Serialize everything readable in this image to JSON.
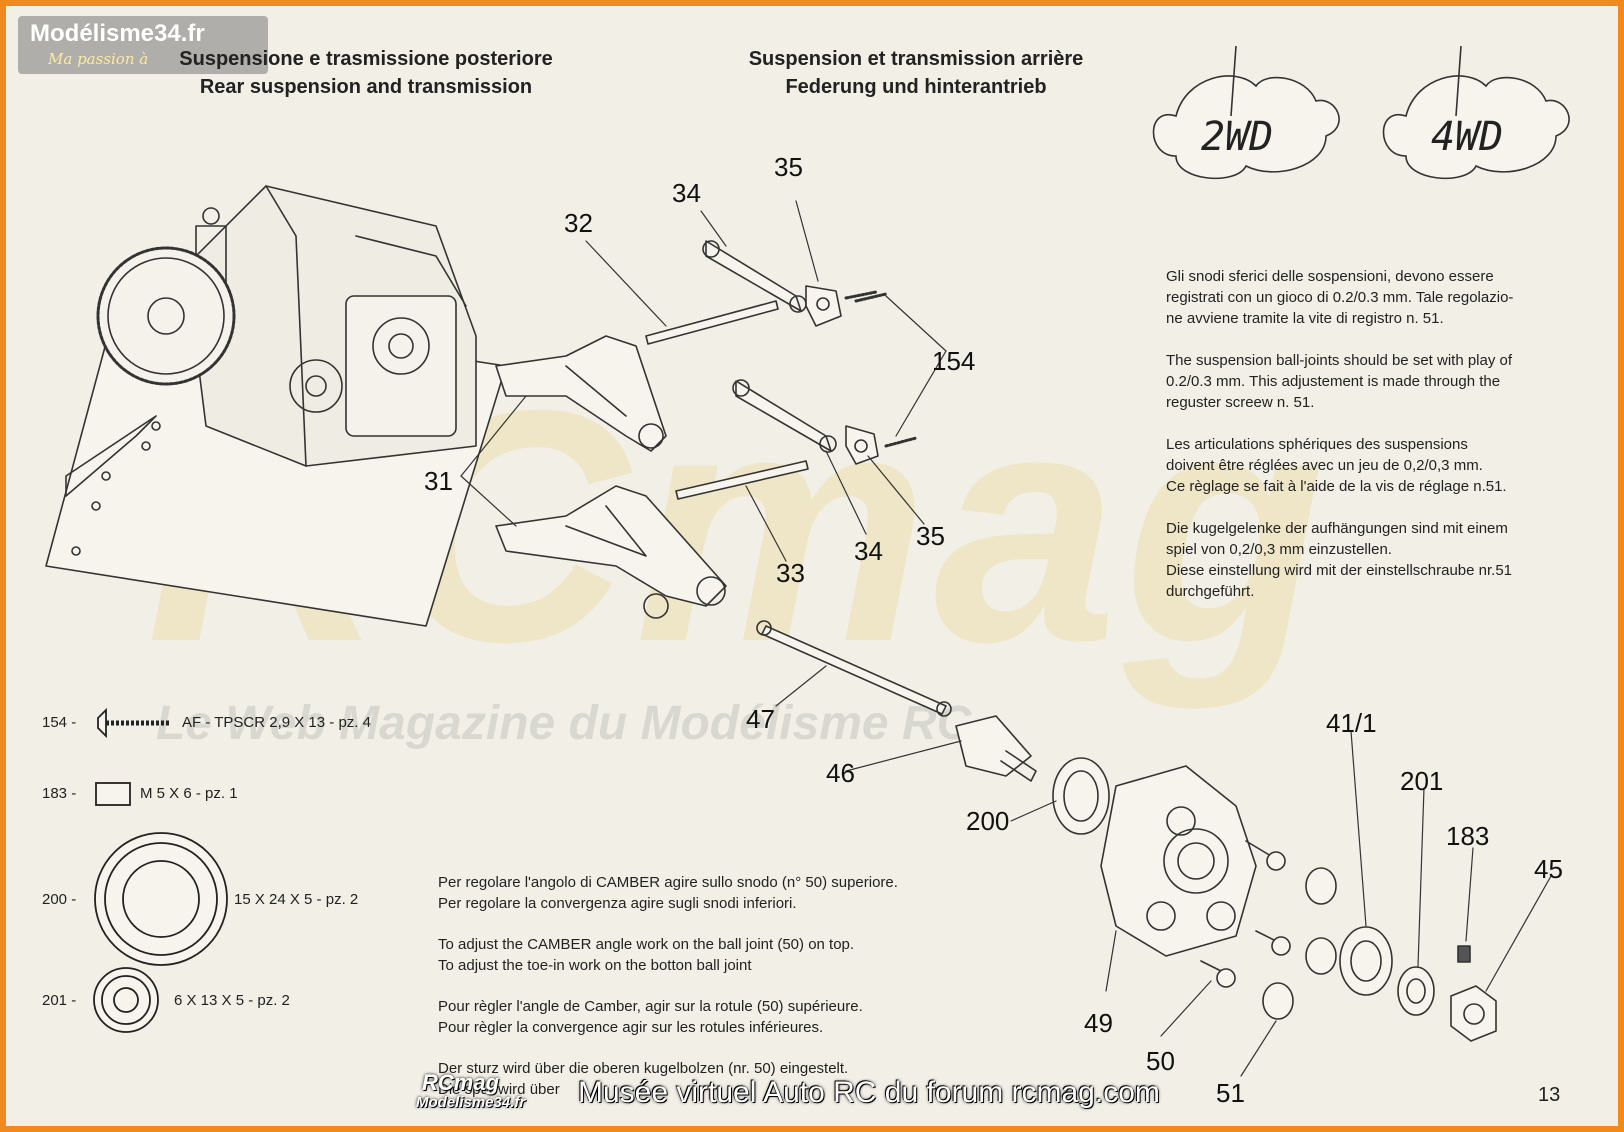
{
  "watermark": {
    "site": "Modélisme34.fr",
    "tagline": "Ma passion à",
    "big_logo": "RCmag",
    "big_slogan": "Le Web Magazine du Modélisme RC",
    "footer_logo_top": "RCmag",
    "footer_logo_bottom": "Modelisme34.fr",
    "footer_text": "Musée virtuel Auto RC du forum rcmag.com"
  },
  "headers": {
    "left_line1": "Suspensione e trasmissione posteriore",
    "left_line2": "Rear suspension and transmission",
    "right_line1": "Suspension et transmission arrière",
    "right_line2": "Federung und hinterantrieb"
  },
  "badges": {
    "two_wd": "2WD",
    "four_wd": "4WD"
  },
  "instructions": {
    "it": "Gli snodi sferici delle sospensioni, devono essere\nregistrati con un gioco di 0.2/0.3 mm. Tale regolazio-\nne avviene tramite la vite di registro n. 51.",
    "en": "The suspension ball-joints should be set with play of\n0.2/0.3 mm. This adjustement is made through the\nreguster screew n. 51.",
    "fr": "Les articulations sphériques des suspensions\ndoivent être réglées avec un jeu de 0,2/0,3 mm.\nCe règlage se fait à l'aide de la vis de réglage n.51.",
    "de": "Die kugelgelenke der aufhängungen sind mit einem\nspiel von 0,2/0,3 mm einzustellen.\nDiese einstellung wird mit der einstellschraube nr.51\ndurchgeführt."
  },
  "camber": {
    "it": "Per regolare l'angolo di CAMBER agire sullo snodo (n° 50) superiore.\nPer regolare la convergenza agire sugli snodi inferiori.",
    "en": "To adjust the CAMBER angle work on the ball joint (50)  on top.\nTo adjust the toe-in work on the botton ball joint",
    "fr": "Pour règler l'angle de Camber, agir sur la rotule (50) supérieure.\nPour règler la convergence agir sur les rotules inférieures.",
    "de": "Der sturz wird über die oberen kugelbolzen (nr. 50) eingestelt.\nDie spur wird über"
  },
  "legend": [
    {
      "num": "154 -",
      "desc": "AF - TPSCR 2,9 X 13 - pz. 4"
    },
    {
      "num": "183 -",
      "desc": "M 5 X 6 - pz. 1"
    },
    {
      "num": "200 -",
      "desc": "15 X 24 X 5 - pz. 2"
    },
    {
      "num": "201 -",
      "desc": "6 X 13 X 5 - pz. 2"
    }
  ],
  "callouts": {
    "c32": "32",
    "c34a": "34",
    "c35a": "35",
    "c154": "154",
    "c31": "31",
    "c34b": "34",
    "c35b": "35",
    "c33": "33",
    "c47": "47",
    "c46": "46",
    "c200": "200",
    "c41": "41/1",
    "c201": "201",
    "c183": "183",
    "c45": "45",
    "c49": "49",
    "c50": "50",
    "c51": "51"
  },
  "page_number": "13"
}
